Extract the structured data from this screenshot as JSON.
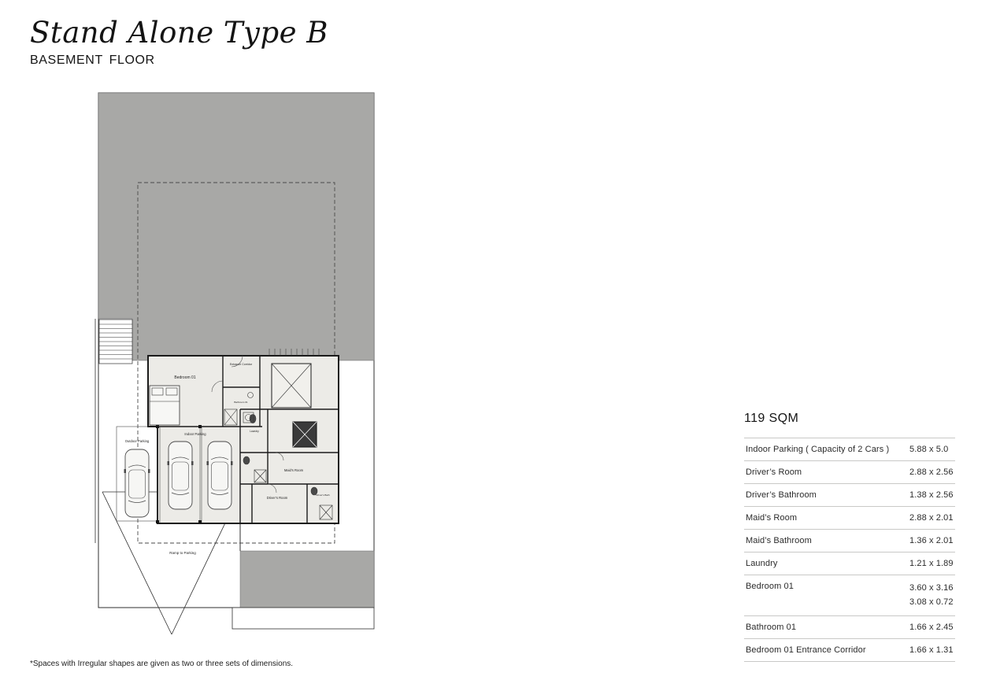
{
  "header": {
    "title": "Stand Alone Type B",
    "subtitle": "BASEMENT FLOOR"
  },
  "area_label": "119 SQM",
  "dimensions_table": {
    "rows": [
      {
        "name": "Indoor Parking ( Capacity of 2 Cars )",
        "size": "5.88 x 5.0"
      },
      {
        "name": "Driver’s Room",
        "size": "2.88 x 2.56"
      },
      {
        "name": "Driver’s Bathroom",
        "size": "1.38 x 2.56"
      },
      {
        "name": "Maid’s Room",
        "size": "2.88 x 2.01"
      },
      {
        "name": "Maid’s Bathroom",
        "size": "1.36 x 2.01"
      },
      {
        "name": "Laundry",
        "size": "1.21 x 1.89"
      },
      {
        "name": "Bedroom 01",
        "size": "3.60 x 3.16",
        "size2": "3.08 x 0.72"
      },
      {
        "name": "Bathroom 01",
        "size": "1.66 x 2.45"
      },
      {
        "name": "Bedroom 01 Entrance Corridor",
        "size": "1.66 x 1.31"
      }
    ]
  },
  "plan_labels": {
    "bedroom": "Bedroom 01",
    "entrance_corridor": "Entrance Corridor",
    "bathroom": "Bathroom 01",
    "indoor_parking": "Indoor Parking",
    "outdoor_parking": "Outdoor Parking",
    "laundry": "Laundry",
    "maids_room": "Maid’s Room",
    "drivers_room": "Driver’s Room",
    "drivers_bath": "Driver’s Bath",
    "ramp": "Ramp to Parking"
  },
  "footnote": "*Spaces with Irregular shapes are given as two or three sets of dimensions.",
  "colors": {
    "plot_gray": "#a8a8a6",
    "interior": "#ecebe7",
    "wall": "#1b1b1b"
  }
}
